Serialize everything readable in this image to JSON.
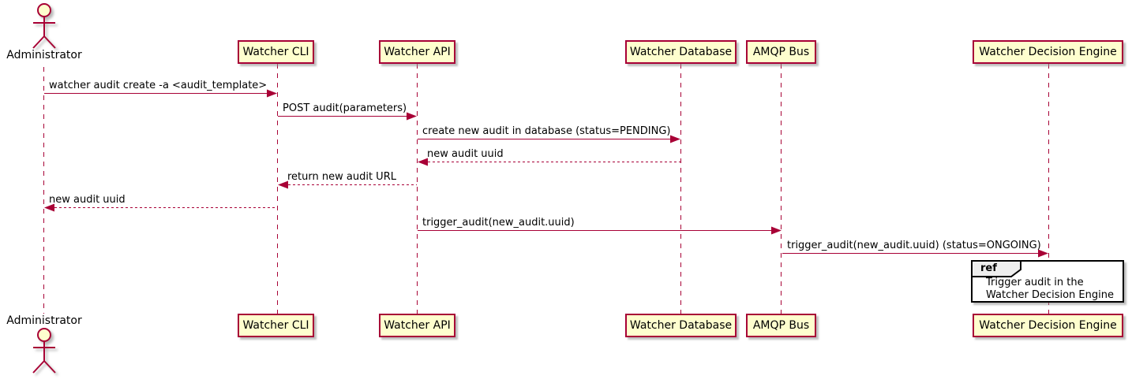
{
  "diagram": {
    "type": "uml-sequence-diagram",
    "actor": {
      "name": "Administrator"
    },
    "participants": [
      {
        "name": "Watcher CLI"
      },
      {
        "name": "Watcher API"
      },
      {
        "name": "Watcher Database"
      },
      {
        "name": "AMQP Bus"
      },
      {
        "name": "Watcher Decision Engine"
      }
    ],
    "messages": [
      {
        "label": "watcher audit create -a <audit_template>",
        "from": "Administrator",
        "to": "Watcher CLI",
        "line": "solid"
      },
      {
        "label": "POST audit(parameters)",
        "from": "Watcher CLI",
        "to": "Watcher API",
        "line": "solid"
      },
      {
        "label": "create new audit in database (status=PENDING)",
        "from": "Watcher API",
        "to": "Watcher Database",
        "line": "solid"
      },
      {
        "label": "new audit uuid",
        "from": "Watcher Database",
        "to": "Watcher API",
        "line": "dashed"
      },
      {
        "label": "return new audit URL",
        "from": "Watcher API",
        "to": "Watcher CLI",
        "line": "dashed"
      },
      {
        "label": "new audit uuid",
        "from": "Watcher CLI",
        "to": "Administrator",
        "line": "dashed"
      },
      {
        "label": "trigger_audit(new_audit.uuid)",
        "from": "Watcher API",
        "to": "AMQP Bus",
        "line": "solid"
      },
      {
        "label": "trigger_audit(new_audit.uuid) (status=ONGOING)",
        "from": "AMQP Bus",
        "to": "Watcher Decision Engine",
        "line": "solid"
      }
    ],
    "ref": {
      "keyword": "ref",
      "lines": [
        "Trigger audit in the",
        "Watcher Decision Engine"
      ],
      "over": "Watcher Decision Engine"
    },
    "colors": {
      "participant_fill": "#FEFECE",
      "participant_border": "#A80036",
      "line_color": "#A80036",
      "text_color": "#000000",
      "ref_border": "#000000",
      "ref_tab_fill": "#EEEEEE",
      "background": "#FFFFFF"
    }
  }
}
